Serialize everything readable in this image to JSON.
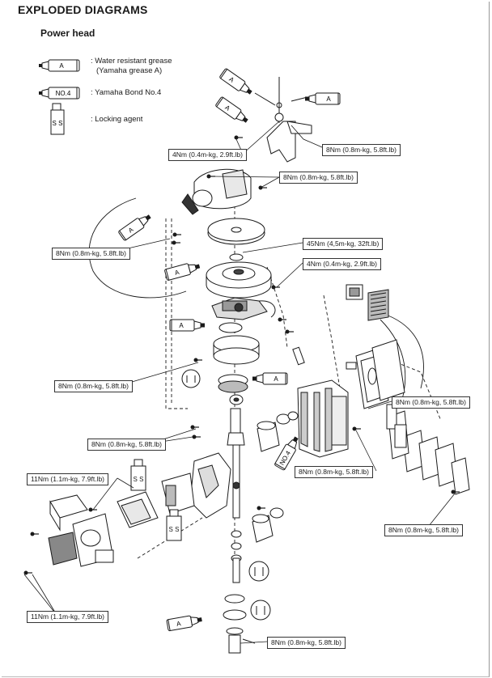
{
  "header": {
    "title": "EXPLODED DIAGRAMS",
    "section": "Power head"
  },
  "legend": {
    "grease_label": "A",
    "grease_text_1": ": Water resistant grease",
    "grease_text_2": "(Yamaha grease A)",
    "bond_label": "NO.4",
    "bond_text": ": Yamaha Bond No.4",
    "locking_label": "S S",
    "locking_text": ": Locking agent"
  },
  "torque_specs": [
    "4Nm (0.4m-kg, 2.9ft.lb)",
    "8Nm (0.8m-kg, 5.8ft.lb)",
    "8Nm (0.8m-kg, 5.8ft.lb)",
    "8Nm (0.8m-kg, 5.8ft.lb)",
    "45Nm (4,5m-kg, 32ft.lb)",
    "4Nm (0.4m-kg, 2.9ft.lb)",
    "8Nm (0.8m-kg, 5.8ft.lb)",
    "8Nm (0.8m-kg, 5.8ft.lb)",
    "8Nm (0.8m-kg, 5.8ft.lb)",
    "11Nm (1.1m-kg, 7.9ft.lb)",
    "8Nm (0.8m-kg, 5.8ft.lb)",
    "8Nm (0.8m-kg, 5.8ft.lb)",
    "11Nm (1.1m-kg, 7.9ft.lb)",
    "8Nm (0.8m-kg, 5.8ft.lb)"
  ],
  "callouts": {
    "grease": "A",
    "bond": "NO.4",
    "locking": "S S"
  },
  "colors": {
    "ink": "#1a1a1a",
    "paper": "#ffffff"
  }
}
